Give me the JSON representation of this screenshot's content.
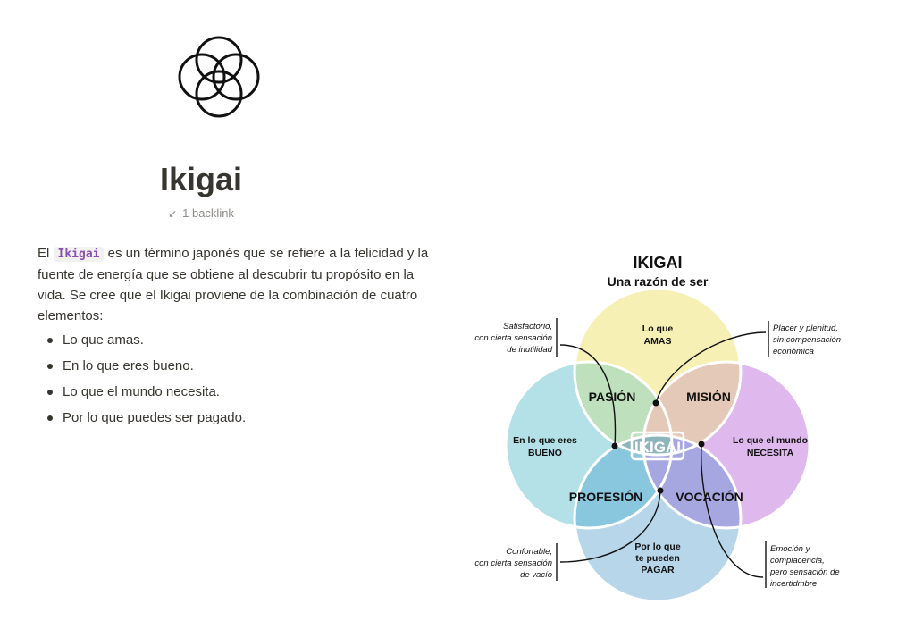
{
  "page": {
    "title": "Ikigai",
    "backlinks": "1 backlink",
    "intro": {
      "before": "El ",
      "code": "Ikigai",
      "after": " es un término japonés que se refiere a la felicidad y la fuente de energía que se obtiene al descubrir tu propósito en la vida. Se cree que el Ikigai proviene de la combinación de cuatro elementos:"
    },
    "bullets": [
      "Lo que amas.",
      "En lo que eres bueno.",
      "Lo que el mundo necesita.",
      "Por lo que puedes ser pagado."
    ]
  },
  "diagram": {
    "title": "IKIGAI",
    "subtitle": "Una razón de ser",
    "circles": {
      "top": [
        "Lo que",
        "AMAS"
      ],
      "left": [
        "En lo que eres",
        "BUENO"
      ],
      "right": [
        "Lo que el mundo",
        "NECESITA"
      ],
      "bottom": [
        "Por lo que",
        "te pueden",
        "PAGAR"
      ]
    },
    "overlaps": {
      "top_left": "PASIÓN",
      "top_right": "MISIÓN",
      "bottom_left": "PROFESIÓN",
      "bottom_right": "VOCACIÓN",
      "center": "IKIGAI"
    },
    "notes": {
      "top_left": [
        "Satisfactorio,",
        "con cierta sensación",
        "de inutilidad"
      ],
      "top_right": [
        "Placer y plenitud,",
        "sin compensación",
        "económica"
      ],
      "bottom_left": [
        "Confortable,",
        "con cierta sensación",
        "de vacío"
      ],
      "bottom_right": [
        "Emoción y",
        "complacencia,",
        "pero sensación de",
        "incertidmbre"
      ]
    },
    "colors": {
      "top": "#f6f0b4",
      "left": "#b3e1e7",
      "right": "#dfb8ee",
      "bottom": "#b7d6ea",
      "pasion": "#bfe0bd",
      "mision": "#e4c8b8",
      "profesion": "#89c7df",
      "vocacion": "#a6a7e0",
      "center": "#8fb5bc"
    }
  }
}
